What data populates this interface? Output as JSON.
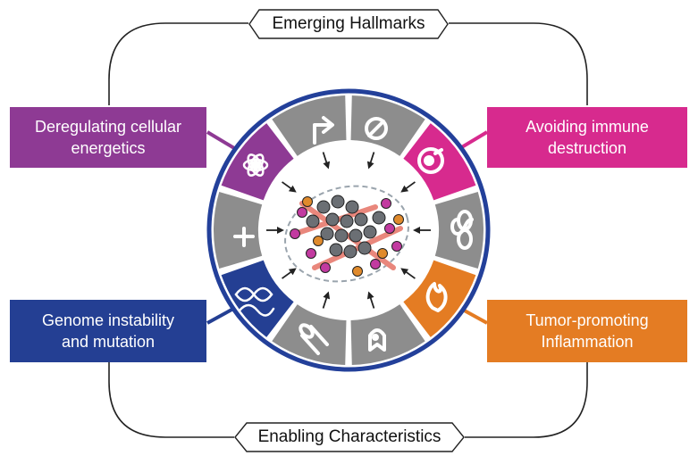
{
  "top_label": "Emerging Hallmarks",
  "bottom_label": "Enabling Characteristics",
  "boxes": {
    "top_left": {
      "line1": "Deregulating cellular",
      "line2": "energetics",
      "color": "#8e3a94"
    },
    "top_right": {
      "line1": "Avoiding immune",
      "line2": "destruction",
      "color": "#d72a8e"
    },
    "bottom_left": {
      "line1": "Genome instability",
      "line2": "and mutation",
      "color": "#243f93"
    },
    "bottom_right": {
      "line1": "Tumor-promoting",
      "line2": "Inflammation",
      "color": "#e47c23"
    }
  },
  "colors": {
    "ring_gray": "#8d8d8d",
    "ring_border": "#23409a",
    "purple": "#8e3a94",
    "magenta": "#d72a8e",
    "blue": "#243f93",
    "orange": "#e47c23"
  }
}
